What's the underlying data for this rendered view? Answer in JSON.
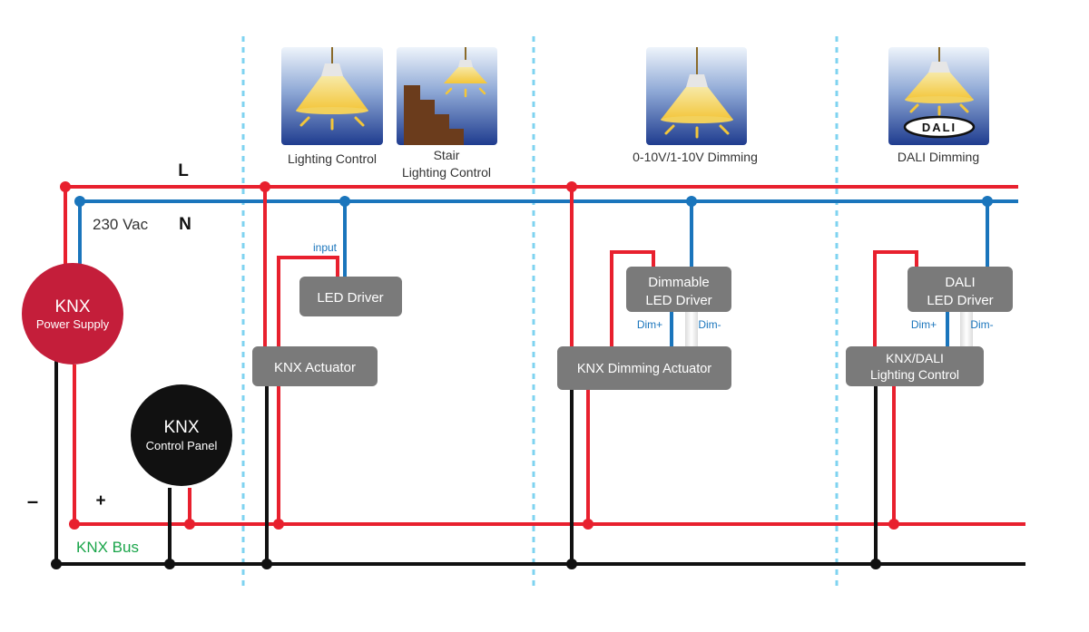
{
  "lines": {
    "L": "L",
    "N": "N",
    "vac": "230 Vac",
    "minus": "–",
    "plus": "+",
    "bus": "KNX Bus"
  },
  "power_supply": {
    "line1": "KNX",
    "line2": "Power Supply"
  },
  "control_panel": {
    "line1": "KNX",
    "line2": "Control Panel"
  },
  "section1": {
    "icon1_caption": "Lighting Control",
    "icon2_caption_line1": "Stair",
    "icon2_caption_line2": "Lighting Control",
    "input_label": "input",
    "driver": "LED Driver",
    "actuator": "KNX Actuator"
  },
  "section2": {
    "icon_caption": "0-10V/1-10V Dimming",
    "driver_line1": "Dimmable",
    "driver_line2": "LED Driver",
    "dim_plus": "Dim+",
    "dim_minus": "Dim-",
    "actuator": "KNX Dimming Actuator"
  },
  "section3": {
    "icon_caption": "DALI Dimming",
    "dali_logo": "DALI",
    "driver_line1": "DALI",
    "driver_line2": "LED Driver",
    "dim_plus": "Dim+",
    "dim_minus": "Dim-",
    "control_line1": "KNX/DALI",
    "control_line2": "Lighting Control"
  },
  "colors": {
    "live": "#e8202e",
    "neutral": "#1a75bc",
    "bus_black": "#111111",
    "box_gray": "#7a7a7a",
    "power_supply": "#c41e3a",
    "divider": "#7fd3f0",
    "bus_label": "#1aa54a"
  }
}
